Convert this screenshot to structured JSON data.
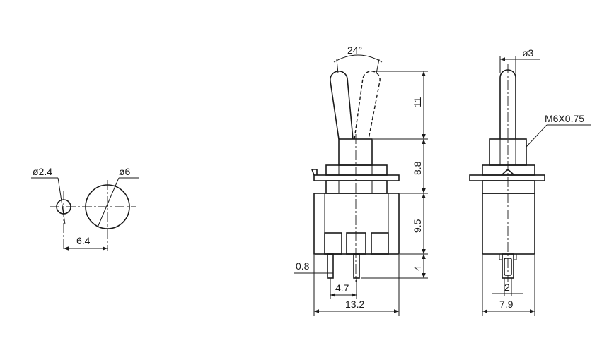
{
  "hole_view": {
    "small_hole_diameter": "ø2.4",
    "large_hole_diameter": "ø6",
    "hole_spacing": "6.4"
  },
  "front_view": {
    "lever_angle": "24°",
    "lever_height": "11",
    "bushing_height": "8.8",
    "body_height": "9.5",
    "terminal_height": "4",
    "terminal_thickness": "0.8",
    "terminal_pitch": "4.7",
    "body_width": "13.2"
  },
  "side_view": {
    "lever_tip_diameter": "ø3",
    "thread_spec": "M6X0.75",
    "terminal_width": "2",
    "body_depth": "7.9"
  },
  "colors": {
    "line": "#1a1a1a",
    "background": "#ffffff"
  }
}
